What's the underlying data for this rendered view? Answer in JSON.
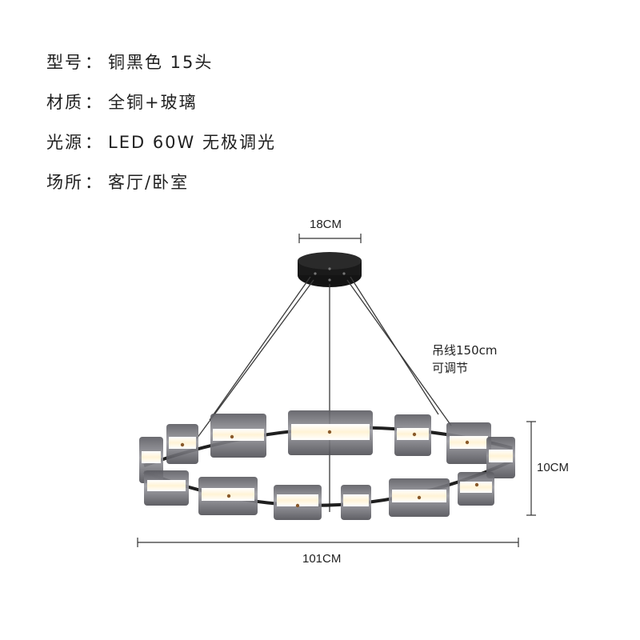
{
  "specs": [
    {
      "label": "型号",
      "value": "铜黑色 15头"
    },
    {
      "label": "材质",
      "value": "全铜+玻璃"
    },
    {
      "label": "光源",
      "value": "LED 60W 无极调光"
    },
    {
      "label": "场所",
      "value": "客厅/卧室"
    }
  ],
  "separator": "：",
  "dimensions": {
    "canopy_diameter": "18CM",
    "ring_height": "10CM",
    "ring_diameter": "101CM"
  },
  "cable_note": {
    "line1": "吊线150cm",
    "line2": "可调节"
  },
  "colors": {
    "canopy": "#1a1a1a",
    "ring": "#222222",
    "glass": "#6e6e72",
    "light": "#fff6e0",
    "text": "#222222"
  }
}
